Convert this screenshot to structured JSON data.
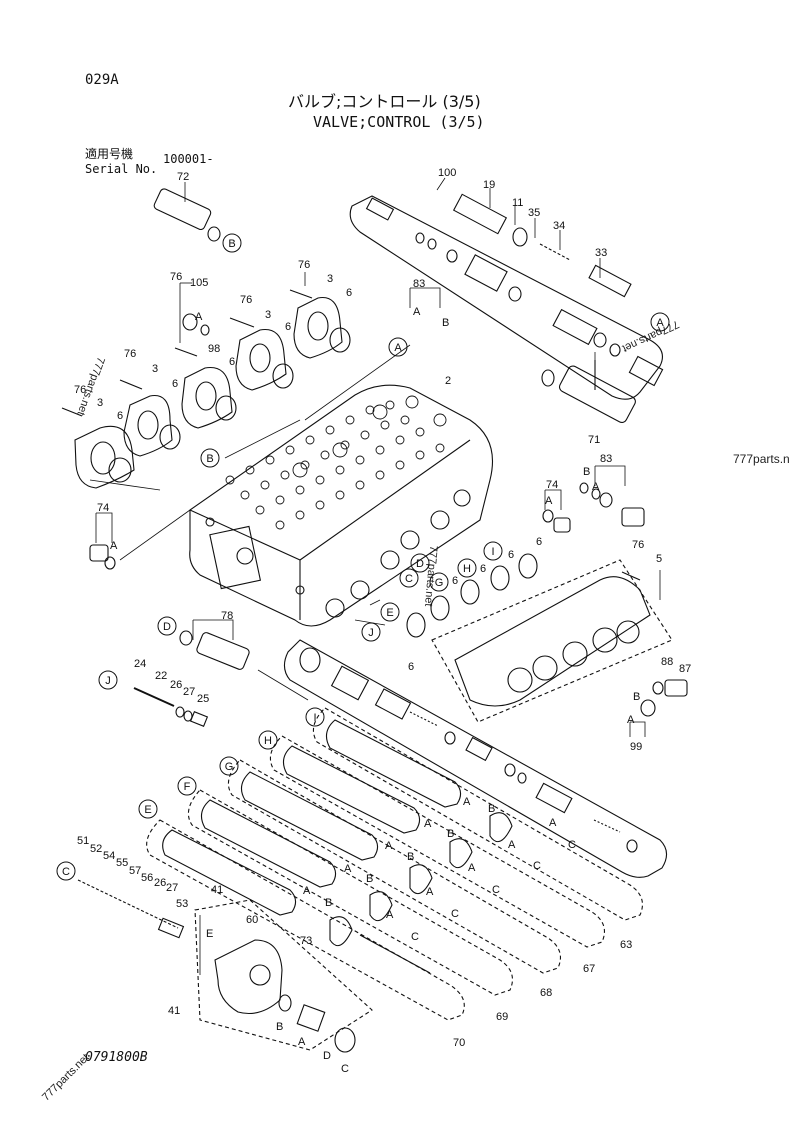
{
  "header": {
    "page_code": "029A",
    "title_jp": "バルブ;コントロール (3/5)",
    "title_en": "VALVE;CONTROL (3/5)",
    "serial_label_jp": "適用号機",
    "serial_label_en": "Serial No.",
    "serial_value": "100001-"
  },
  "footer": {
    "drawing_number": "0791800B"
  },
  "watermarks": {
    "right": "777parts.n",
    "bottom": "777parts.net",
    "mirrored_1": "777parts.net",
    "mirrored_2": "777parts.net",
    "mirrored_3": "777parts.net"
  },
  "callouts": {
    "n100": "100",
    "n19": "19",
    "n11": "11",
    "n35": "35",
    "n34": "34",
    "n33": "33",
    "n72": "72",
    "n76a": "76",
    "n76b": "76",
    "n76c": "76",
    "n76d": "76",
    "n76e": "76",
    "n105": "105",
    "n3a": "3",
    "n3b": "3",
    "n3c": "3",
    "n3d": "3",
    "n6a": "6",
    "n6b": "6",
    "n6c": "6",
    "n6d": "6",
    "n6e": "6",
    "n98": "98",
    "n83a": "83",
    "n83b": "83",
    "n2": "2",
    "n71": "71",
    "n74a": "74",
    "n74b": "74",
    "n76f": "76",
    "n5": "5",
    "n6f": "6",
    "n6g": "6",
    "n6h": "6",
    "n6i": "6",
    "n6j": "6",
    "n78": "78",
    "n24": "24",
    "n22": "22",
    "n26a": "26",
    "n27a": "27",
    "n25": "25",
    "n88": "88",
    "n87": "87",
    "n99": "99",
    "n51": "51",
    "n52": "52",
    "n54": "54",
    "n55": "55",
    "n57": "57",
    "n56": "56",
    "n26b": "26",
    "n27b": "27",
    "n53": "53",
    "n41a": "41",
    "n41b": "41",
    "n60": "60",
    "n73": "73",
    "n63": "63",
    "n67": "67",
    "n68": "68",
    "n69": "69",
    "n70": "70"
  },
  "letters": {
    "A": "A",
    "B": "B",
    "C": "C",
    "D": "D",
    "E": "E",
    "F": "F",
    "G": "G",
    "H": "H",
    "I": "I",
    "J": "J"
  }
}
